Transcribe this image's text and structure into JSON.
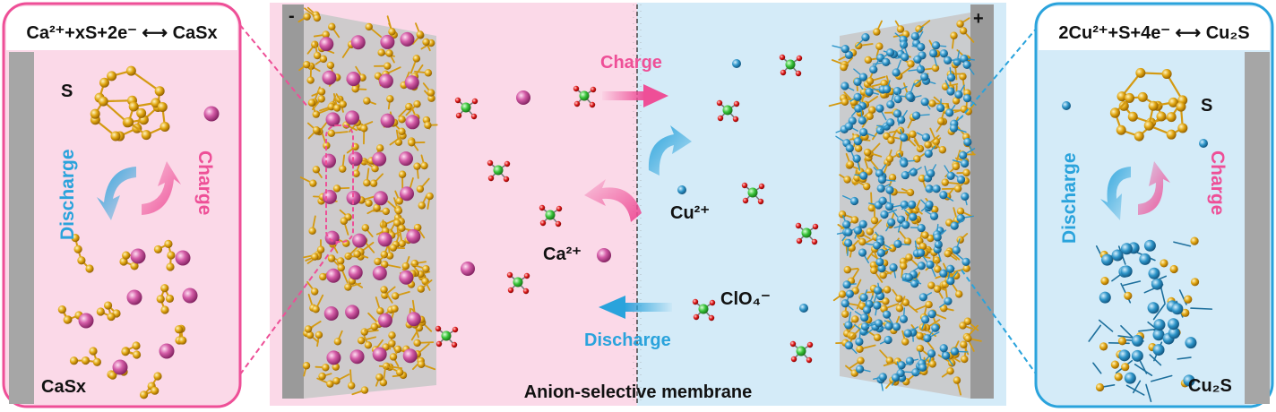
{
  "left_panel": {
    "equation": "Ca²⁺+xS+2e⁻ ⟷ CaSx",
    "top_label": "S",
    "bottom_label": "CaSx",
    "discharge": "Discharge",
    "charge": "Charge"
  },
  "right_panel": {
    "equation": "2Cu²⁺+S+4e⁻ ⟷ Cu₂S",
    "top_label": "S",
    "bottom_label": "Cu₂S",
    "discharge": "Discharge",
    "charge": "Charge"
  },
  "center": {
    "negative_sign": "-",
    "positive_sign": "+",
    "charge_label": "Charge",
    "discharge_label": "Discharge",
    "ca_ion": "Ca²⁺",
    "cu_ion": "Cu²⁺",
    "clo4_ion": "ClO₄⁻",
    "membrane_label": "Anion-selective membrane"
  },
  "colors": {
    "pink_bg": "#fbd9e8",
    "blue_bg": "#d4ebf8",
    "pink_accent": "#ee4f97",
    "blue_accent": "#2aa3dc",
    "sulfur": "#e0a510",
    "calcium": "#d45ca7",
    "copper": "#2e95c9",
    "chlorine": "#39c43a",
    "oxygen": "#e01b1b"
  }
}
